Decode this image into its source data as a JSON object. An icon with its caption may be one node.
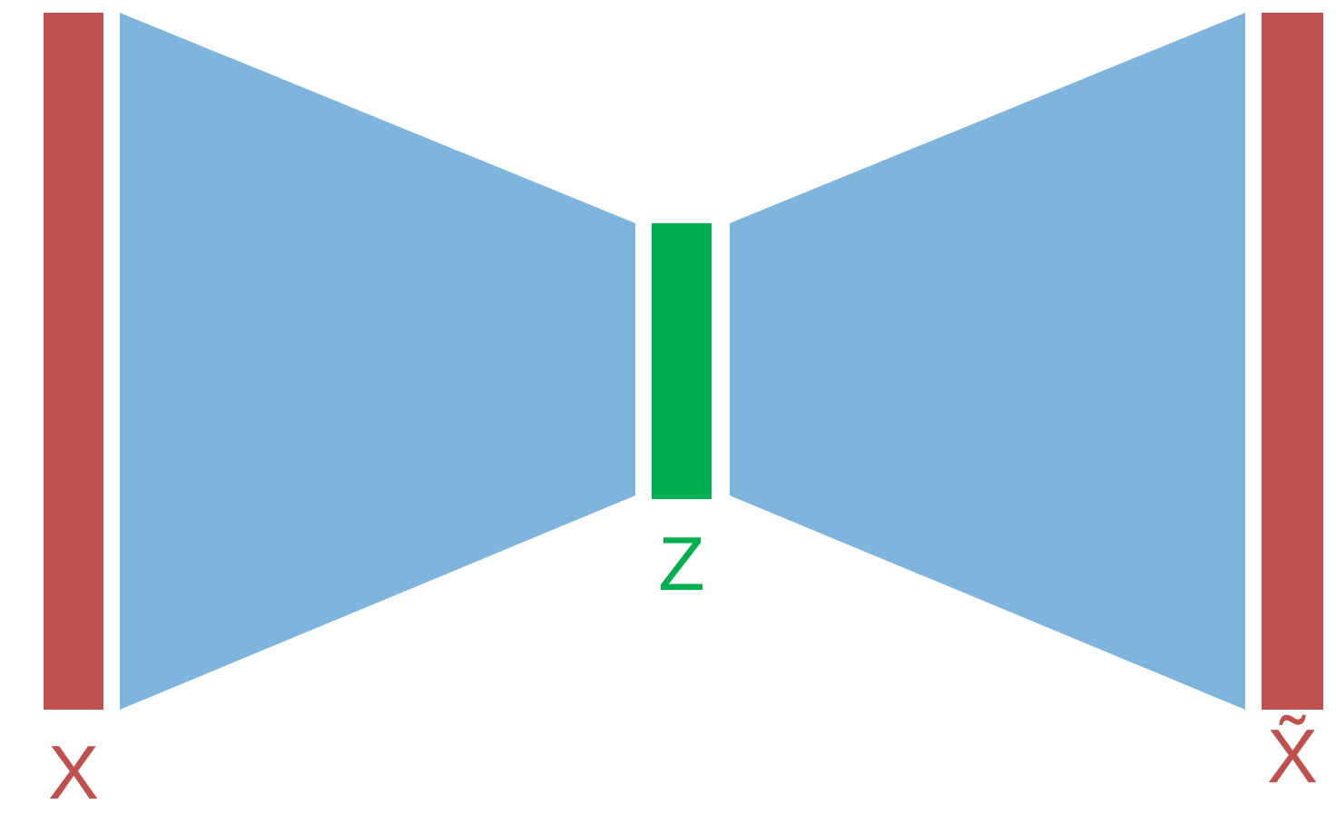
{
  "diagram": {
    "nodes": [
      {
        "text": [],
        "shape": "bar",
        "beside": [
          "X"
        ]
      },
      {
        "text": [],
        "shape": "trapezoid"
      },
      {
        "text": [],
        "shape": "bar",
        "beside": [
          "Z"
        ]
      },
      {
        "text": [],
        "shape": "trapezoid"
      },
      {
        "text": [],
        "shape": "bar",
        "beside": [
          "X̃"
        ]
      }
    ]
  }
}
